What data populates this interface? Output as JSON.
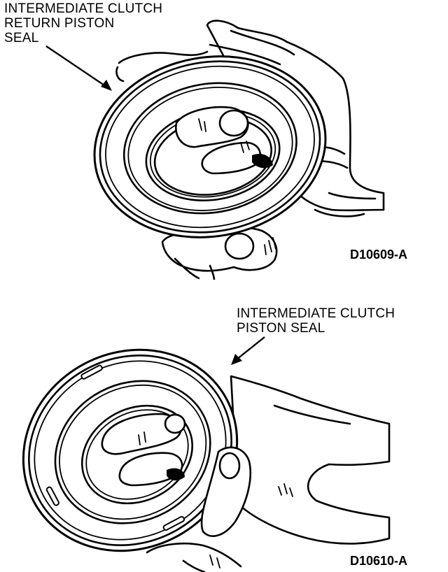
{
  "figures": [
    {
      "callout_lines": [
        "INTERMEDIATE CLUTCH",
        "RETURN PISTON",
        "SEAL"
      ],
      "figure_id": "D10609-A"
    },
    {
      "callout_lines": [
        "INTERMEDIATE CLUTCH",
        "PISTON SEAL"
      ],
      "figure_id": "D10610-A"
    }
  ],
  "colors": {
    "ink": "#000000",
    "paper": "#ffffff"
  }
}
